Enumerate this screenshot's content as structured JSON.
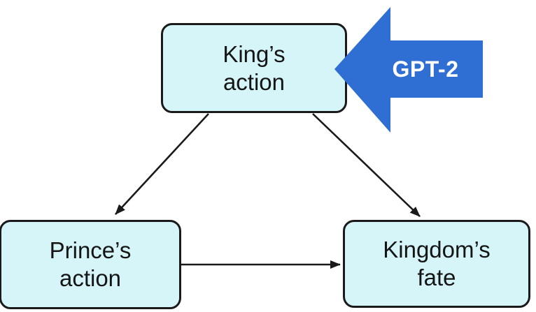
{
  "nodes": [
    {
      "id": "king-action",
      "label": "King’s\naction"
    },
    {
      "id": "prince-action",
      "label": "Prince’s\naction"
    },
    {
      "id": "kingdom-fate",
      "label": "Kingdom’s\nfate"
    }
  ],
  "edges": [
    {
      "from": "king-action",
      "to": "prince-action"
    },
    {
      "from": "king-action",
      "to": "kingdom-fate"
    },
    {
      "from": "prince-action",
      "to": "kingdom-fate"
    }
  ],
  "block_arrow": {
    "label": "GPT-2",
    "direction": "left",
    "points_at": "king-action"
  },
  "colors": {
    "background": "#ffffff",
    "node_fill": "#d5f5f8",
    "node_border": "#1a1a1a",
    "node_text": "#151515",
    "edge": "#1a1a1a",
    "block_arrow": "#2f6ed3",
    "block_arrow_text": "#ffffff"
  }
}
